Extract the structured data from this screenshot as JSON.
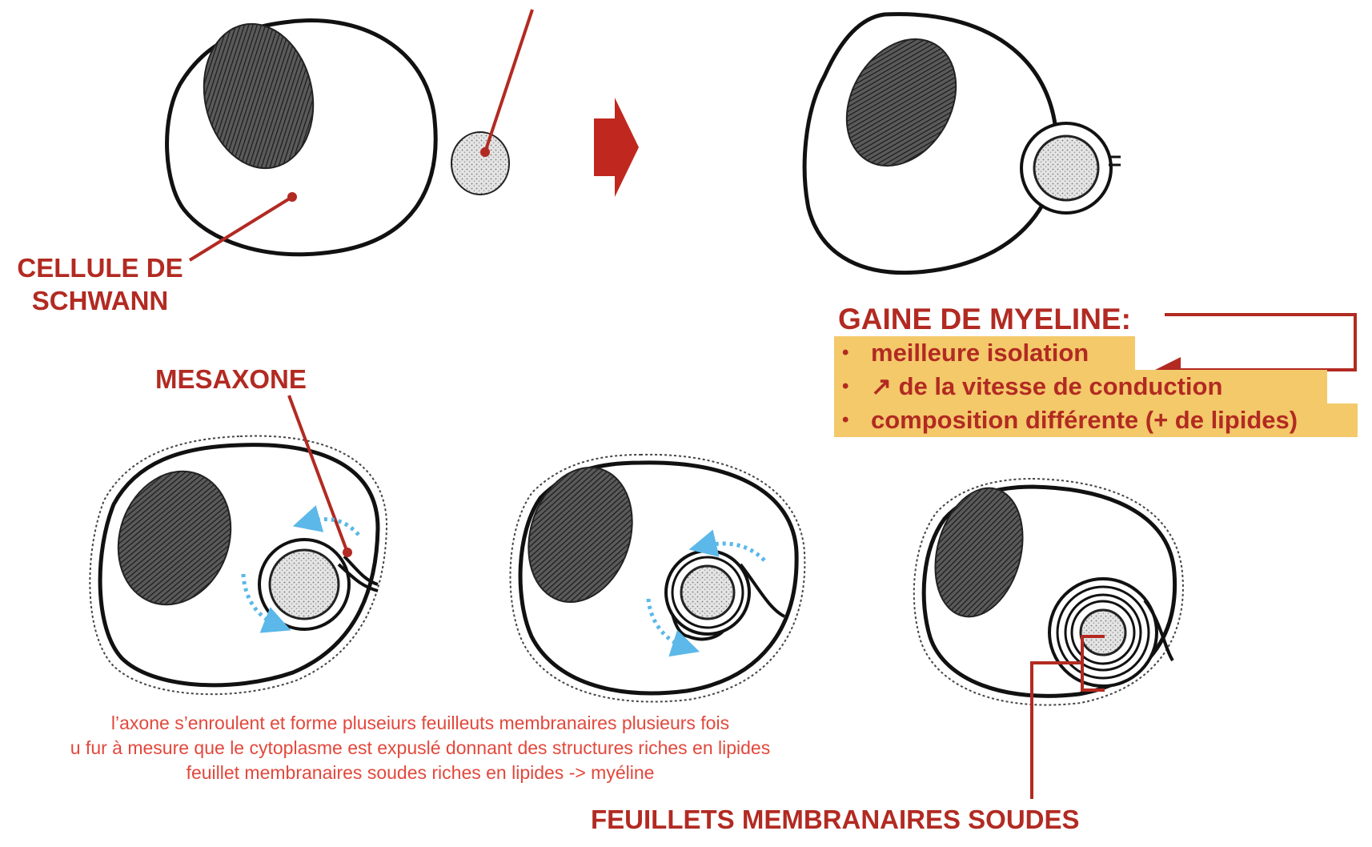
{
  "labels": {
    "schwann_cell_line1": "CELLULE DE",
    "schwann_cell_line2": "SCHWANN",
    "mesaxone": "MESAXONE",
    "myelin_sheath": "GAINE DE MYELINE:",
    "fused_membranes": "FEUILLETS MEMBRANAIRES SOUDES"
  },
  "myelin_properties": [
    "meilleure isolation",
    "↗ de la vitesse de conduction",
    "composition différente (+ de lipides)"
  ],
  "bullet": "•",
  "explanation": [
    "l’axone s’enroulent et forme pluseiurs feuilleuts membranaires plusieurs fois",
    "u fur à mesure que le cytoplasme est expuslé donnant des structures riches en lipides",
    "feuillet membranaires soudes riches en lipides -> myéline"
  ],
  "colors": {
    "label_red": "#b22a22",
    "note_red": "#e2483c",
    "highlight": "#f3c96a",
    "rotation_arrow": "#5bb8e8",
    "outline": "#111111"
  }
}
